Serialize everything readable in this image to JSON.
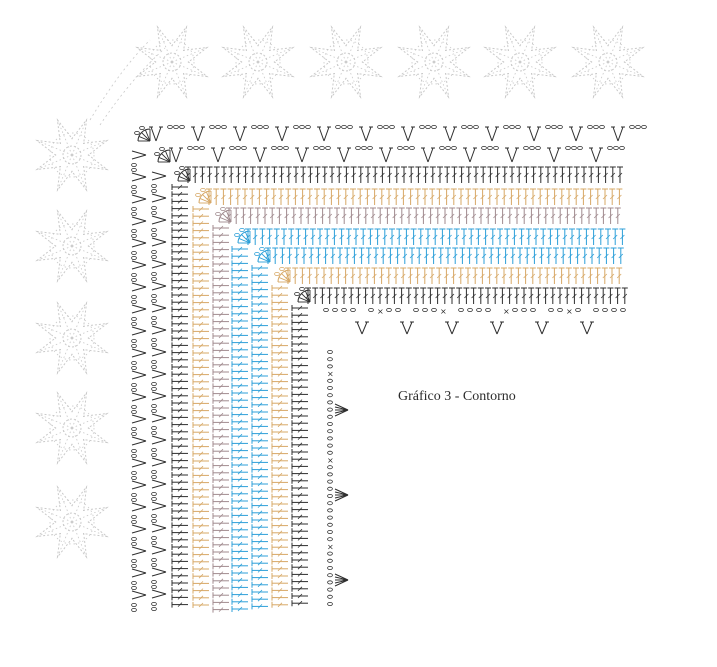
{
  "caption": "Gráfico 3 - Contorno",
  "colors": {
    "motif": "#c9c9c9",
    "black": "#2e2e2e",
    "tan": "#d7a866",
    "mauve": "#a08a8e",
    "blue": "#2c9fd8"
  },
  "stitch_symbols": [
    "double-crochet",
    "chain",
    "slip-stitch",
    "v-stitch",
    "shell"
  ],
  "border_rows": [
    {
      "name": "row-1",
      "color": "black",
      "stitch": "v-stitch"
    },
    {
      "name": "row-2",
      "color": "black",
      "stitch": "v-stitch"
    },
    {
      "name": "row-3",
      "color": "black",
      "stitch": "double-crochet"
    },
    {
      "name": "row-4",
      "color": "tan",
      "stitch": "double-crochet"
    },
    {
      "name": "row-5",
      "color": "mauve",
      "stitch": "double-crochet"
    },
    {
      "name": "row-6",
      "color": "blue",
      "stitch": "double-crochet"
    },
    {
      "name": "row-7",
      "color": "blue",
      "stitch": "double-crochet"
    },
    {
      "name": "row-8",
      "color": "tan",
      "stitch": "double-crochet"
    },
    {
      "name": "row-9",
      "color": "black",
      "stitch": "double-crochet"
    },
    {
      "name": "row-10",
      "color": "black",
      "stitch": "chain"
    }
  ]
}
